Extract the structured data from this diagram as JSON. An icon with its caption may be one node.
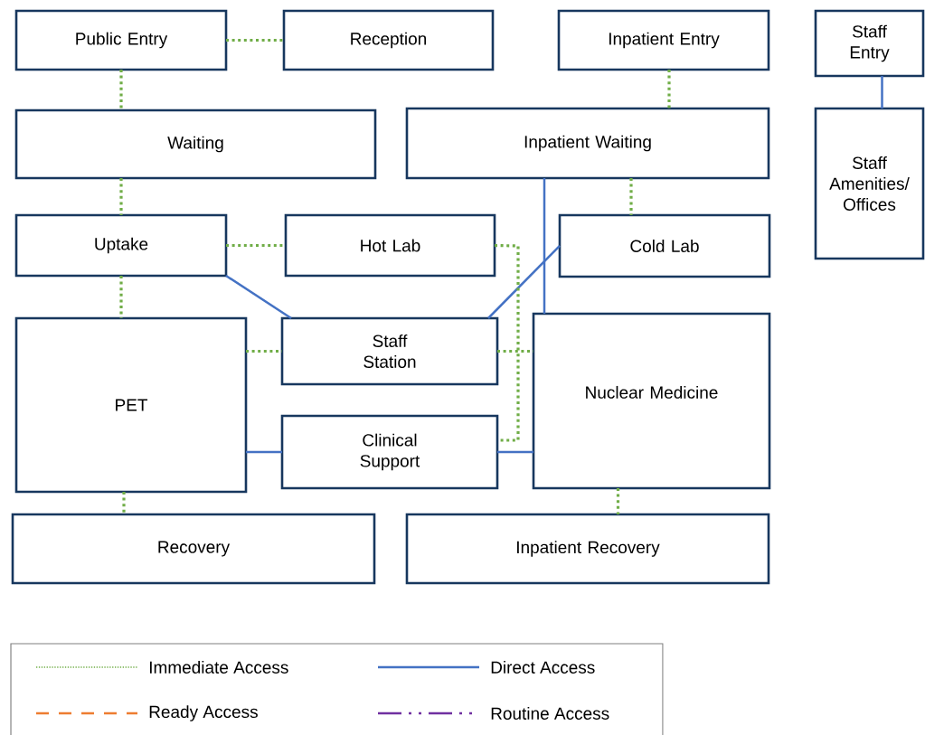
{
  "diagram": {
    "nodes": [
      {
        "text": [
          "Public Entry"
        ]
      },
      {
        "text": [
          "Reception"
        ]
      },
      {
        "text": [
          "Inpatient Entry"
        ]
      },
      {
        "text": [
          "Staff Entry"
        ]
      },
      {
        "text": [
          "Waiting"
        ]
      },
      {
        "text": [
          "Inpatient Waiting"
        ]
      },
      {
        "text": [
          "Staff Amenities/ Offices"
        ]
      },
      {
        "text": [
          "Uptake"
        ]
      },
      {
        "text": [
          "Hot Lab"
        ]
      },
      {
        "text": [
          "Cold Lab"
        ]
      },
      {
        "text": [
          "PET"
        ]
      },
      {
        "text": [
          "Staff Station"
        ]
      },
      {
        "text": [
          "Nuclear Medicine"
        ]
      },
      {
        "text": [
          "Clinical Support"
        ]
      },
      {
        "text": [
          "Recovery"
        ]
      },
      {
        "text": [
          "Inpatient Recovery"
        ]
      }
    ],
    "edges": [
      {
        "from": 0,
        "to": 1,
        "arrow": "none",
        "style": "dashed"
      },
      {
        "from": 0,
        "to": 4,
        "arrow": "none",
        "style": "dashed"
      },
      {
        "from": 2,
        "to": 5,
        "arrow": "none",
        "style": "dashed"
      },
      {
        "from": 3,
        "to": 6,
        "arrow": "none",
        "color": "#4472c4"
      },
      {
        "from": 4,
        "to": 7,
        "arrow": "none",
        "style": "dashed"
      },
      {
        "from": 5,
        "to": 9,
        "arrow": "none",
        "style": "dashed"
      },
      {
        "from": 5,
        "to": 12,
        "arrow": "none",
        "color": "#4472c4"
      },
      {
        "from": 7,
        "to": 8,
        "arrow": "none",
        "style": "dashed"
      },
      {
        "from": 7,
        "to": 10,
        "arrow": "none",
        "style": "dashed"
      },
      {
        "from": 7,
        "to": 11,
        "arrow": "none",
        "color": "#4472c4"
      },
      {
        "from": 9,
        "to": 11,
        "arrow": "none",
        "color": "#4472c4"
      },
      {
        "from": 8,
        "to": 13,
        "arrow": "none",
        "style": "dashed"
      },
      {
        "from": 10,
        "to": 11,
        "arrow": "none",
        "style": "dashed"
      },
      {
        "from": 11,
        "to": 12,
        "arrow": "none",
        "style": "dashed"
      },
      {
        "from": 10,
        "to": 13,
        "arrow": "none",
        "color": "#4472c4"
      },
      {
        "from": 13,
        "to": 12,
        "arrow": "none",
        "color": "#4472c4"
      },
      {
        "from": 10,
        "to": 14,
        "arrow": "none",
        "style": "dashed"
      },
      {
        "from": 12,
        "to": 15,
        "arrow": "none",
        "style": "dashed"
      }
    ],
    "legend": [
      {
        "text": "Immediate Access"
      },
      {
        "text": "Direct Access"
      },
      {
        "text": "Ready Access"
      },
      {
        "text": "Routine Access"
      }
    ]
  }
}
